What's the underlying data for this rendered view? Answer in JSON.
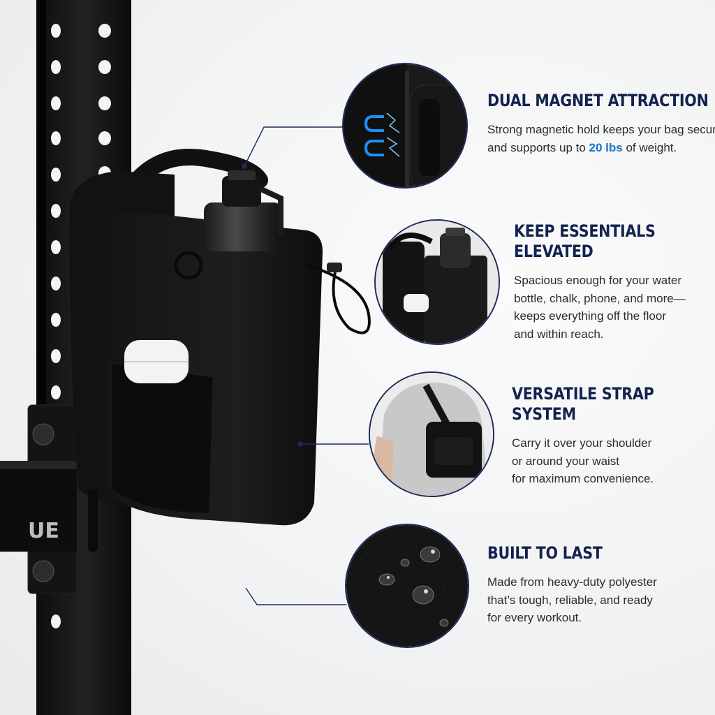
{
  "rack_brand_partial": "UE",
  "colors": {
    "heading": "#14224f",
    "body_text": "#2b2b2b",
    "highlight": "#1676c9",
    "circle_border": "#1c2b5a",
    "connector": "#1c2b5a"
  },
  "features": [
    {
      "heading_lines": [
        "DUAL MAGNET ATTRACTION"
      ],
      "body_lines": [
        {
          "text": "Strong magnetic hold keeps your bag secure"
        },
        {
          "before": "and supports up to ",
          "highlight": "20 lbs",
          "after": " of weight."
        }
      ],
      "icon": "magnet-closeup"
    },
    {
      "heading_lines": [
        "KEEP ESSENTIALS",
        "ELEVATED"
      ],
      "body_lines": [
        {
          "text": "Spacious enough for your water"
        },
        {
          "text": "bottle, chalk, phone, and more—"
        },
        {
          "text": "keeps everything off the floor"
        },
        {
          "text": "and within reach."
        }
      ],
      "icon": "bag-contents"
    },
    {
      "heading_lines": [
        "VERSATILE STRAP",
        "SYSTEM"
      ],
      "body_lines": [
        {
          "text": "Carry it over your shoulder"
        },
        {
          "text": "or around your waist"
        },
        {
          "text": "for maximum convenience."
        }
      ],
      "icon": "person-wearing-bag"
    },
    {
      "heading_lines": [
        "BUILT TO LAST"
      ],
      "body_lines": [
        {
          "text": "Made from heavy-duty polyester"
        },
        {
          "text": "that’s tough, reliable, and ready"
        },
        {
          "text": "for every workout."
        }
      ],
      "icon": "water-droplets-fabric"
    }
  ]
}
